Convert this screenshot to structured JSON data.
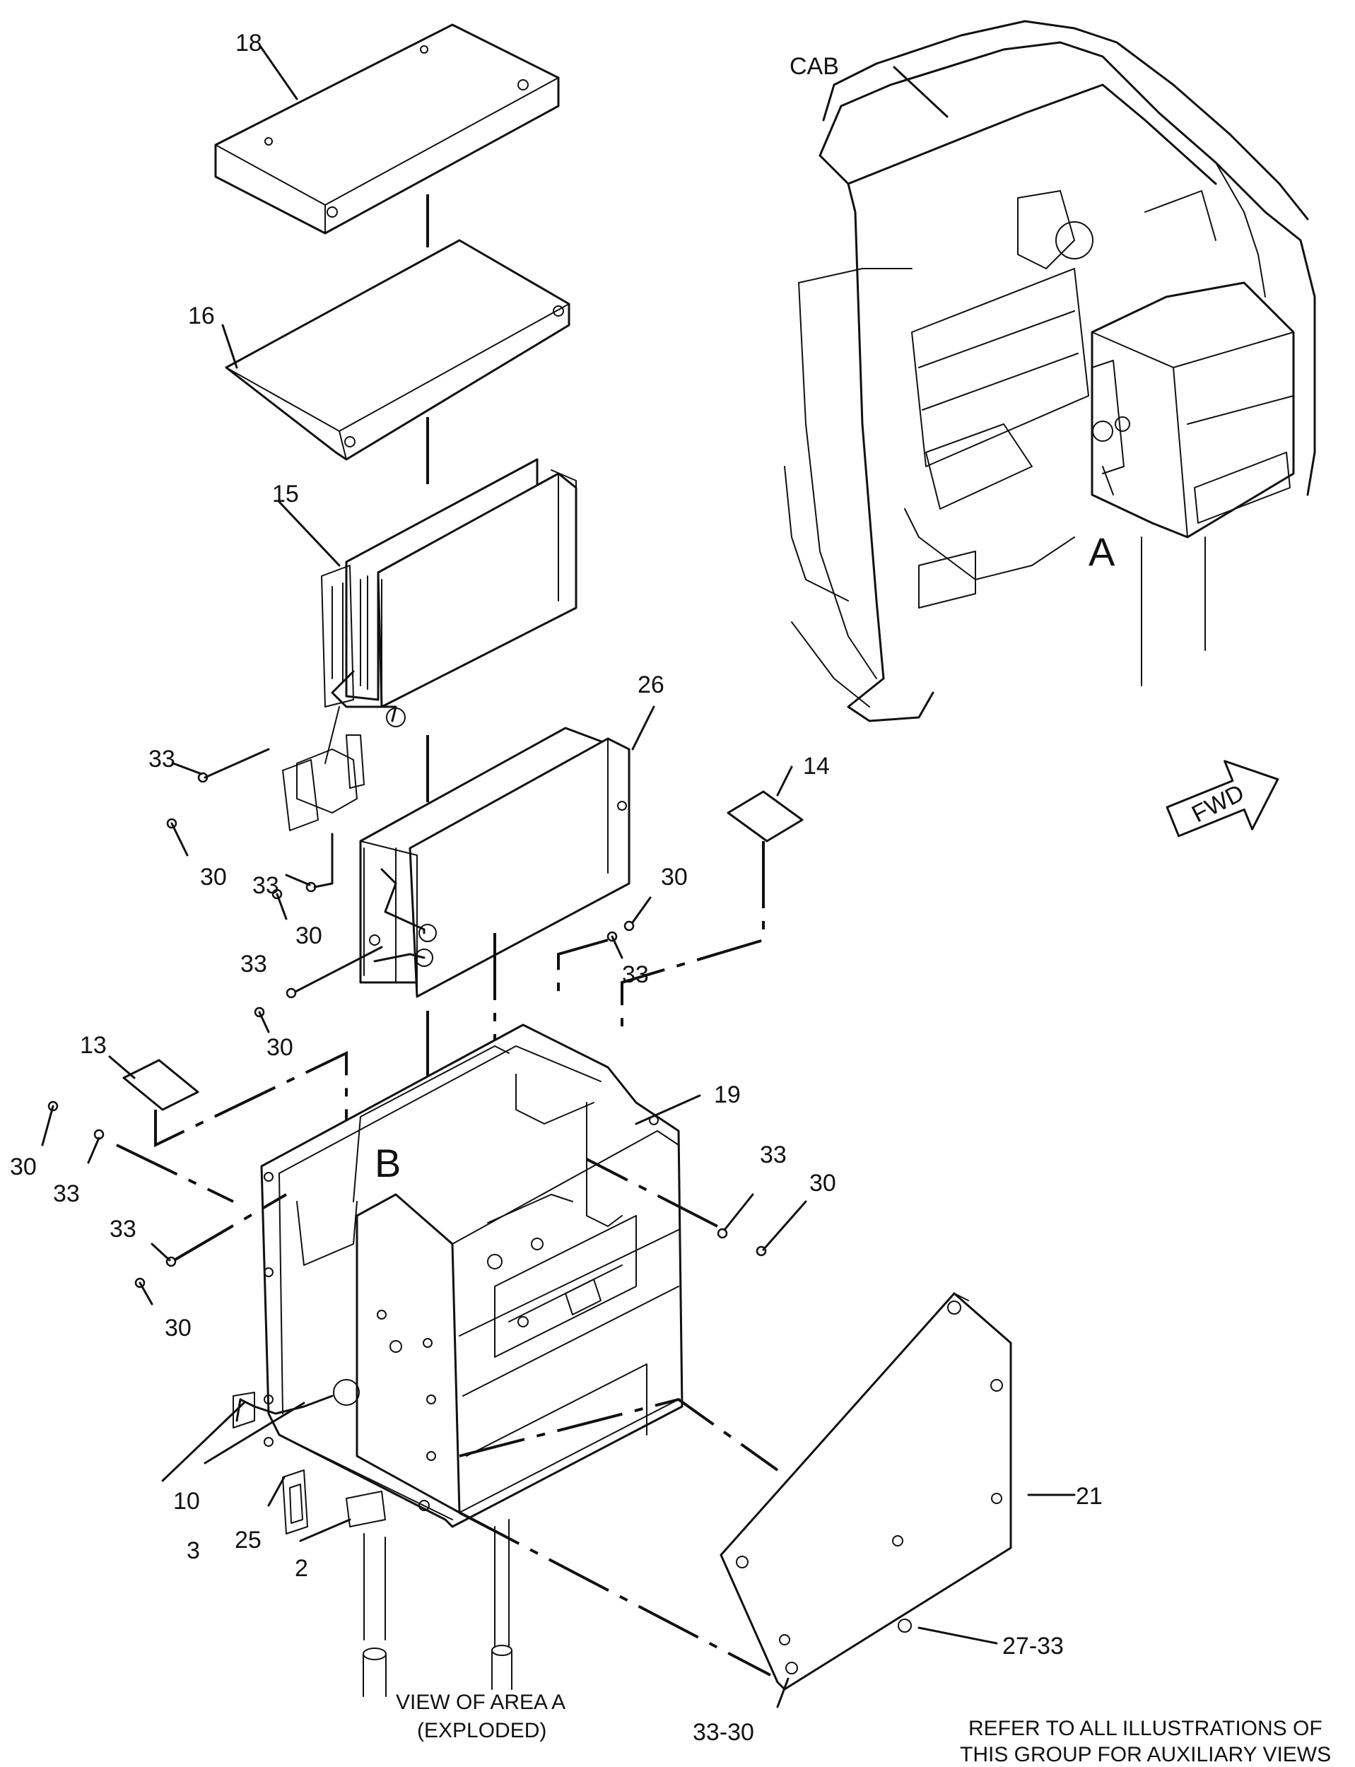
{
  "labels": {
    "p18": "18",
    "p16": "16",
    "p15": "15",
    "p26": "26",
    "p14": "14",
    "p13": "13",
    "p19": "19",
    "p21": "21",
    "p10": "10",
    "p3": "3",
    "p25": "25",
    "p2": "2",
    "p27_33": "27-33",
    "p33_30": "33-30",
    "cab": "CAB",
    "area_a": "A",
    "area_b": "B",
    "fwd": "FWD",
    "p33_a": "33",
    "p30_a": "30",
    "p33_b": "33",
    "p30_b": "30",
    "p33_c": "33",
    "p30_c": "30",
    "p30_d": "30",
    "p33_d": "33",
    "p30_e": "30",
    "p33_e": "33",
    "p33_f": "33",
    "p30_f": "30",
    "p33_g": "33",
    "p30_g": "30"
  },
  "view_caption": {
    "line1": "VIEW OF AREA A",
    "line2": "(EXPLODED)"
  },
  "refer_note": {
    "line1": "REFER TO ALL ILLUSTRATIONS OF",
    "line2": "THIS GROUP FOR AUXILIARY VIEWS"
  }
}
